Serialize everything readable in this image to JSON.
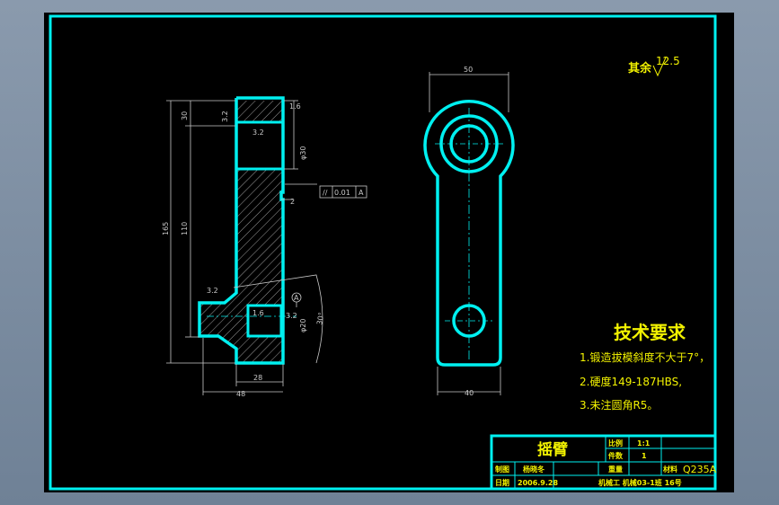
{
  "dimensions": {
    "part_height": "165",
    "top_offset": "30",
    "middle_length": "110",
    "small_radius": "3.2",
    "roughness_top": "3.2",
    "roughness_bore": "3.2",
    "surface_small": "1.6",
    "bore_diameter": "φ30",
    "groove_depth": "2",
    "slot_roughness": "3.2",
    "slot_small": "1.6",
    "slot_diameter": "φ20",
    "angle": "30°",
    "width_28": "28",
    "width_48": "48",
    "front_width_top": "50",
    "front_width_bottom": "40"
  },
  "datum": {
    "symbol": "//",
    "tolerance": "0.01",
    "datum": "A",
    "marker": "A"
  },
  "roughness_default": {
    "prefix": "其余",
    "value": "12.5"
  },
  "tech_requirements": {
    "title": "技术要求",
    "items": [
      "1.锻造拔模斜度不大于7°，",
      "2.硬度149-187HBS,",
      "3.未注圆角R5。"
    ]
  },
  "title_block": {
    "part_name": "摇臂",
    "scale_label": "比例",
    "scale_value": "1:1",
    "quantity_label": "件数",
    "quantity_value": "1",
    "weight_label": "重量",
    "material_label": "材料",
    "material_value": "Q235A",
    "drawn_label": "制图",
    "drawn_name": "杨晓冬",
    "date_label": "日期",
    "date_value": "2006.9.28",
    "school": "机械工 机械03-1班 16号"
  },
  "colors": {
    "outline": "#00f0f0",
    "dimension": "#c9c9c9",
    "text": "#f2f200",
    "frame": "#00f0f0"
  }
}
